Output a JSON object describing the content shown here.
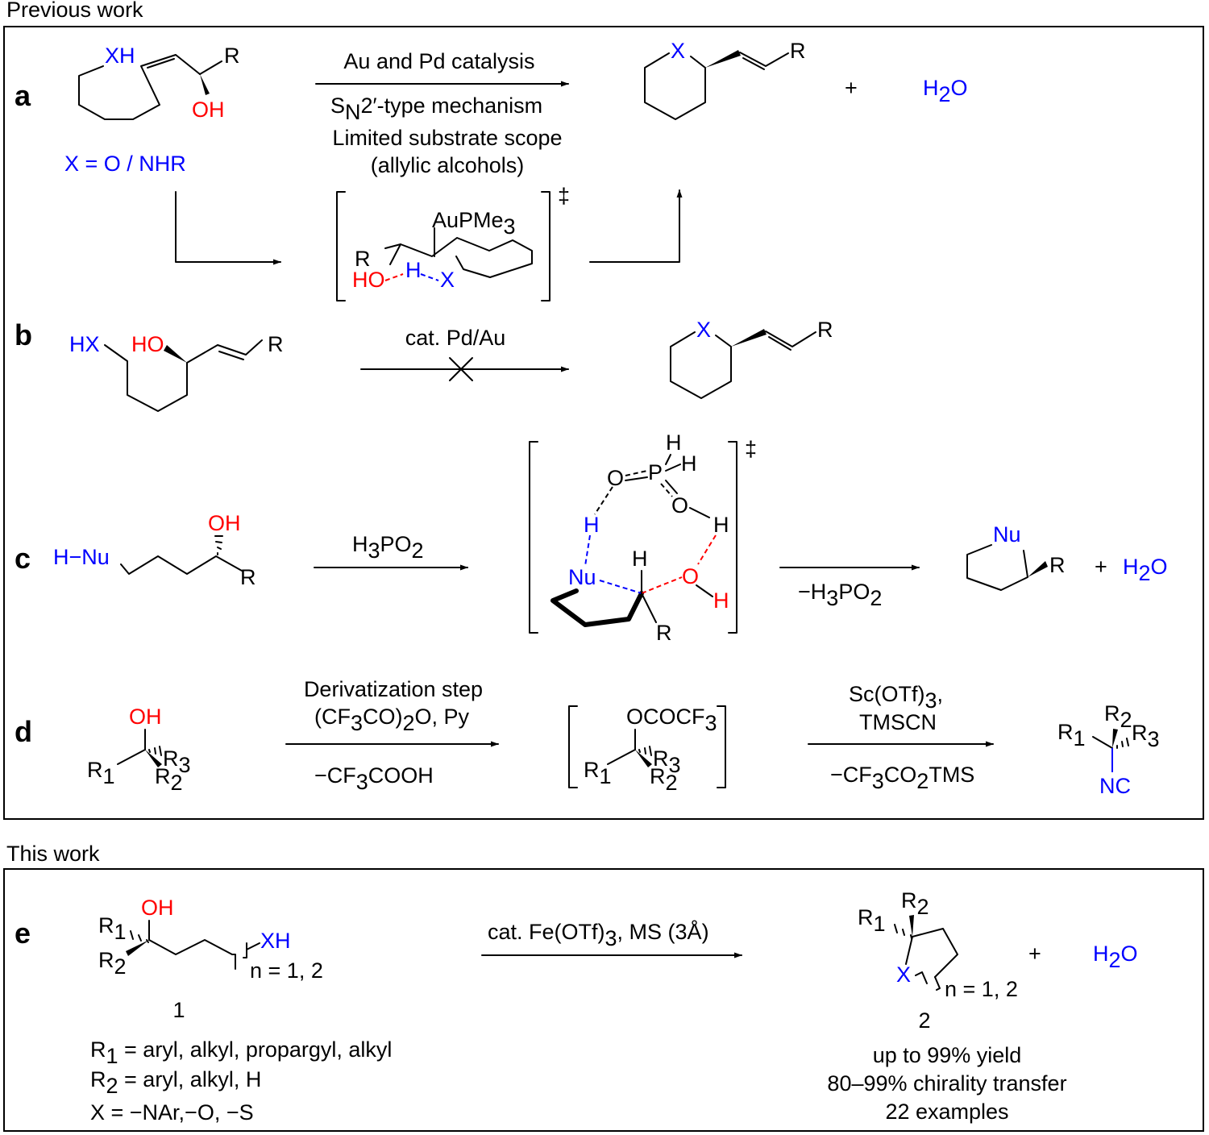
{
  "sections": {
    "previous": "Previous work",
    "this_work": "This work"
  },
  "panel_a": {
    "letter": "a",
    "reactant": {
      "xh": "XH",
      "r": "R",
      "oh": "OH",
      "x_def": "X = O / NHR"
    },
    "arrow_top": "Au and Pd catalysis",
    "mechanism": {
      "s": "S",
      "sub": "N",
      "rest": "2′-type mechanism"
    },
    "scope_1": "Limited substrate scope",
    "scope_2": "(allylic alcohols)",
    "product": {
      "x": "X",
      "r": "R"
    },
    "plus": "+",
    "water": {
      "h": "H",
      "sub": "2",
      "o": "O"
    },
    "ts": {
      "dagger": "‡",
      "au": "AuPMe",
      "au_sub": "3",
      "r": "R",
      "ho": "HO",
      "h": "H",
      "x": "X"
    }
  },
  "panel_b": {
    "letter": "b",
    "reactant": {
      "hx": "HX",
      "ho": "HO",
      "r": "R"
    },
    "condition": "cat. Pd/Au",
    "product": {
      "x": "X",
      "r": "R"
    }
  },
  "panel_c": {
    "letter": "c",
    "reactant": {
      "hnu": "H−Nu",
      "oh": "OH",
      "r": "R"
    },
    "reagent": {
      "h": "H",
      "h_sub": "3",
      "po": "PO",
      "po_sub": "2"
    },
    "ts": {
      "dagger": "‡",
      "h1": "H",
      "h2": "H",
      "o1": "O",
      "p": "P",
      "o2": "O",
      "h3": "H",
      "h4": "H",
      "nu": "Nu",
      "h5": "H",
      "o3": "O",
      "h6": "H",
      "r": "R"
    },
    "byproduct": {
      "prefix": "−H",
      "sub1": "3",
      "po": "PO",
      "sub2": "2"
    },
    "product": {
      "nu": "Nu",
      "r": "R"
    },
    "plus": "+",
    "water": {
      "h": "H",
      "sub": "2",
      "o": "O"
    }
  },
  "panel_d": {
    "letter": "d",
    "reactant": {
      "oh": "OH",
      "r1": "R",
      "r1_sub": "1",
      "r3": "R",
      "r3_sub": "3",
      "r2": "R",
      "r2_sub": "2"
    },
    "step_label": "Derivatization step",
    "reagent": {
      "p1": "(CF",
      "s1": "3",
      "p2": "CO)",
      "s2": "2",
      "p3": "O, Py"
    },
    "byproduct1": {
      "p1": "−CF",
      "s1": "3",
      "p2": "COOH"
    },
    "intermediate": {
      "o": "OCOCF",
      "o_sub": "3",
      "r1": "R",
      "r1_sub": "1",
      "r3": "R",
      "r3_sub": "3",
      "r2": "R",
      "r2_sub": "2"
    },
    "reagent2": {
      "p1": "Sc(OTf)",
      "s1": "3",
      "p2": ",",
      "line2": "TMSCN"
    },
    "byproduct2": {
      "p1": "−CF",
      "s1": "3",
      "p2": "CO",
      "s2": "2",
      "p3": "TMS"
    },
    "product": {
      "r1": "R",
      "r1_sub": "1",
      "r2": "R",
      "r2_sub": "2",
      "r3": "R",
      "r3_sub": "3",
      "nc": "NC"
    }
  },
  "panel_e": {
    "letter": "e",
    "reactant": {
      "oh": "OH",
      "r1": "R",
      "r1_sub": "1",
      "r2": "R",
      "r2_sub": "2",
      "xh": "XH",
      "n": "n",
      "n_rest": " = 1, 2",
      "number": "1"
    },
    "definitions": [
      {
        "r": "R",
        "sub": "1",
        "text": " = aryl, alkyl, propargyl, alkyl"
      },
      {
        "r": "R",
        "sub": "2",
        "text": " = aryl, alkyl, H"
      },
      {
        "r": "",
        "sub": "",
        "text": "X = −NAr,−O, −S"
      }
    ],
    "condition": {
      "p1": "cat. Fe(OTf)",
      "s1": "3",
      "p2": ", MS (3Å)"
    },
    "product": {
      "r1": "R",
      "r1_sub": "1",
      "r2": "R",
      "r2_sub": "2",
      "x": "X",
      "n": "n",
      "n_rest": " = 1, 2",
      "number": "2"
    },
    "plus": "+",
    "water": {
      "h": "H",
      "sub": "2",
      "o": "O"
    },
    "results": [
      "up to 99% yield",
      "80–99% chirality transfer",
      "22 examples"
    ]
  }
}
